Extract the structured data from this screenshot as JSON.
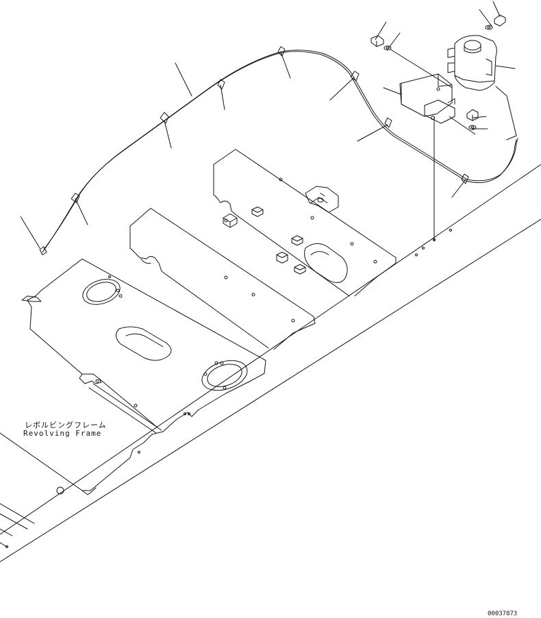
{
  "frame_label_jp": "レボルビングフレーム",
  "frame_label_en": "Revolving Frame",
  "drawing_code": "00037873",
  "colors": {
    "line": "#111111",
    "background": "#ffffff"
  }
}
